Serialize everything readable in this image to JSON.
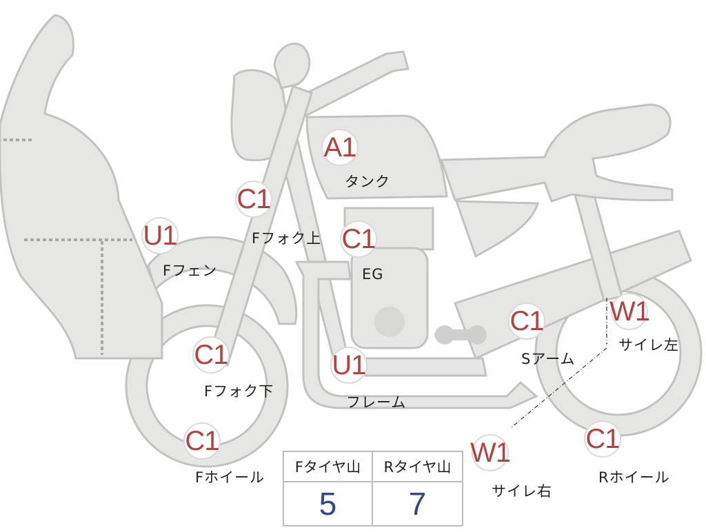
{
  "colors": {
    "code": "#b2433f",
    "value": "#2e4a8a"
  },
  "callouts": [
    {
      "id": "tank",
      "code": "A1",
      "label": "タンク"
    },
    {
      "id": "f-fork-upper",
      "code": "C1",
      "label": "Fフォク上"
    },
    {
      "id": "f-fender",
      "code": "U1",
      "label": "Fフェン"
    },
    {
      "id": "engine",
      "code": "C1",
      "label": "EG"
    },
    {
      "id": "f-fork-lower",
      "code": "C1",
      "label": "Fフォク下"
    },
    {
      "id": "frame",
      "code": "U1",
      "label": "フレーム"
    },
    {
      "id": "f-wheel",
      "code": "C1",
      "label": "Fホイール"
    },
    {
      "id": "s-arm",
      "code": "C1",
      "label": "Sアーム"
    },
    {
      "id": "muffler-left",
      "code": "W1",
      "label": "サイレ左"
    },
    {
      "id": "muffler-right",
      "code": "W1",
      "label": "サイレ右"
    },
    {
      "id": "r-wheel",
      "code": "C1",
      "label": "Rホイール"
    }
  ],
  "tread_table": {
    "headers": [
      "Fタイヤ山",
      "Rタイヤ山"
    ],
    "values": [
      "5",
      "7"
    ]
  }
}
